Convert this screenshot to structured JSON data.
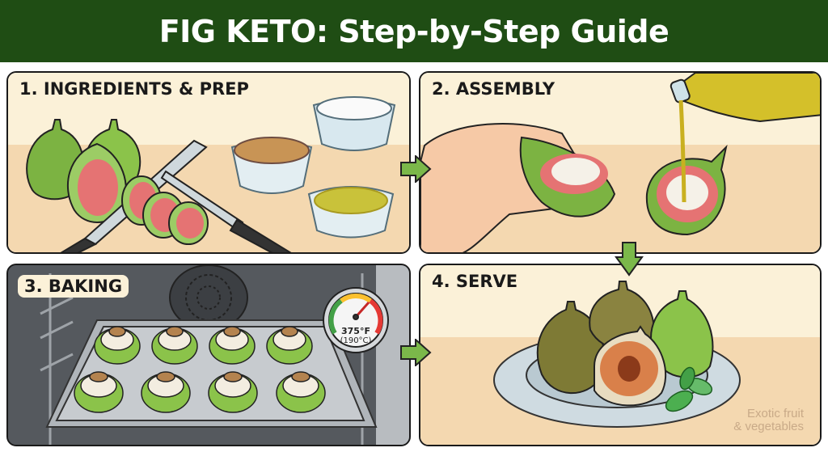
{
  "header": {
    "title": "FIG KETO: Step-by-Step Guide"
  },
  "colors": {
    "header_bg": "#1f4d14",
    "panel_wall": "#fbf1d8",
    "panel_table": "#f4d8b0",
    "arrow_green": "#7bb84a",
    "fig_green": "#7cb342",
    "fig_flesh": "#e57373",
    "oven_dark": "#4a4d52"
  },
  "panels": [
    {
      "step": 1,
      "title": "1. INGREDIENTS & PREP",
      "items": [
        "whole-figs",
        "halved-fig",
        "fig-slices",
        "chef-knife",
        "paring-knife",
        "walnuts-bowl",
        "cream-cheese-bowl",
        "olive-oil-bowl"
      ]
    },
    {
      "step": 2,
      "title": "2. ASSEMBLY",
      "items": [
        "hand-holding-stuffed-fig",
        "stuffed-fig-half",
        "olive-oil-bottle-pouring"
      ]
    },
    {
      "step": 3,
      "title": "3. BAKING",
      "items": [
        "oven-interior",
        "baking-tray",
        "8-stuffed-fig-halves",
        "oven-thermometer"
      ],
      "thermometer": {
        "fahrenheit": "375°F",
        "celsius": "(190°C)"
      }
    },
    {
      "step": 4,
      "title": "4. SERVE",
      "items": [
        "plate",
        "3-whole-figs",
        "halved-fig",
        "mint-garnish"
      ]
    }
  ],
  "arrows": [
    {
      "from": 1,
      "to": 2,
      "direction": "right"
    },
    {
      "from": 2,
      "to": 4,
      "direction": "down"
    },
    {
      "from": 3,
      "to": 4,
      "direction": "right"
    }
  ],
  "watermark": {
    "line1": "Exotic fruit",
    "line2": "& vegetables"
  }
}
